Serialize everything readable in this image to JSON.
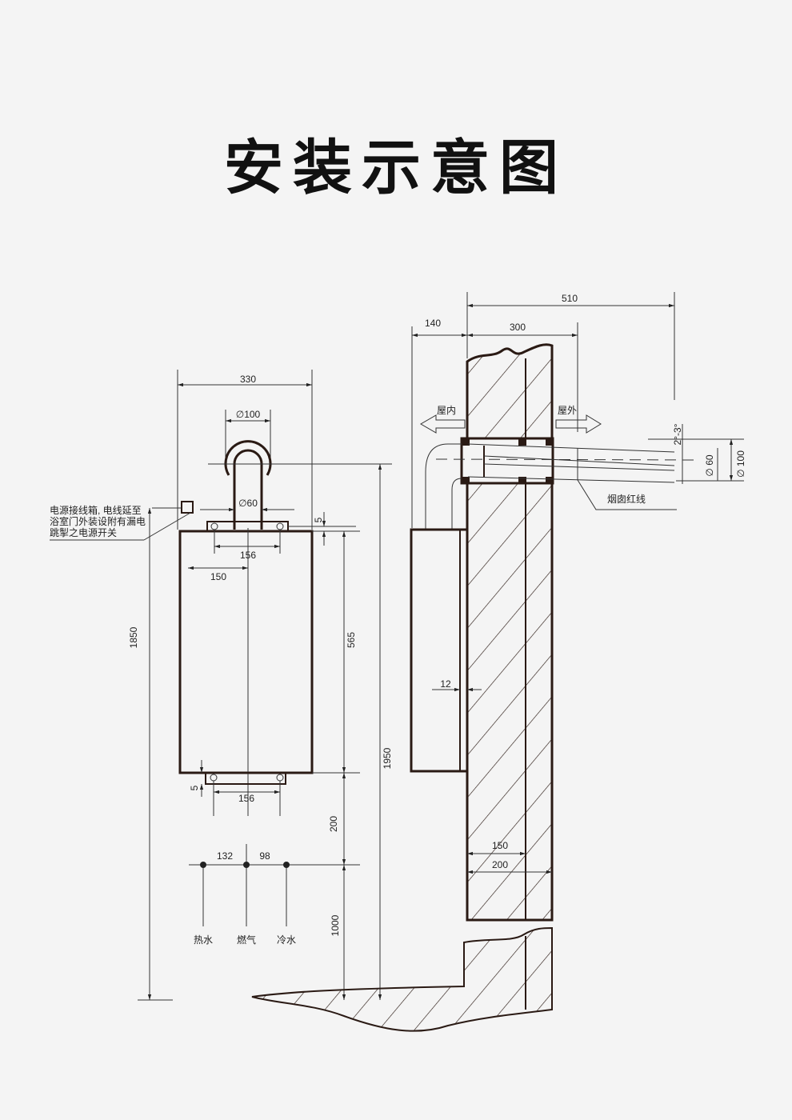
{
  "title": "安装示意图",
  "front_view": {
    "width": "330",
    "flue_outer_diameter": "∅100",
    "flue_inner_diameter": "∅60",
    "power_box_note": [
      "电源接线箱, 电线延至",
      "浴室门外装设附有漏电",
      "跳掣之电源开关"
    ],
    "bracket_gap_top": "5",
    "bracket_holes_top": "156",
    "center_offset": "150",
    "bracket_gap_bottom": "5",
    "bracket_holes_bottom": "156",
    "body_height": "565",
    "below_body": "200",
    "pipe_height": "1000",
    "flue_height": "1950",
    "power_height": "1850",
    "pipe_spacing": [
      "132",
      "98"
    ],
    "pipe_labels": [
      "热水",
      "燃气",
      "冷水"
    ]
  },
  "side_view": {
    "total_length": "510",
    "indoor_depth": "140",
    "outdoor_length": "300",
    "indoor_label": "屋内",
    "outdoor_label": "屋外",
    "slope": "2°-3°",
    "inner_diameter": "∅ 60",
    "outer_diameter": "∅ 100",
    "chimney_line_label": "烟囱红线",
    "wall_gap": "12",
    "wall_inner": "150",
    "wall_thickness": "200"
  }
}
